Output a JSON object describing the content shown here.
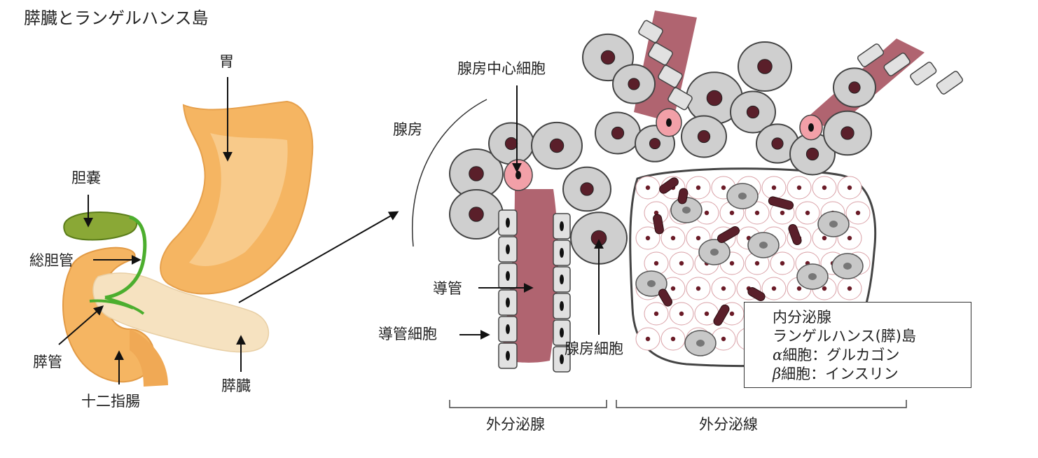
{
  "title": "膵臓とランゲルハンス島",
  "labels": {
    "stomach": "胃",
    "gallbladder": "胆嚢",
    "common_bile_duct": "総胆管",
    "pancreatic_duct": "膵管",
    "duodenum": "十二指腸",
    "pancreas": "膵臓",
    "centroacinar_cell": "腺房中心細胞",
    "acinus": "腺房",
    "duct": "導管",
    "duct_cell": "導管細胞",
    "acinar_cell": "腺房細胞",
    "exocrine_gland": "外分泌腺",
    "exocrine_line": "外分泌線"
  },
  "legend": {
    "line1": "内分泌腺",
    "line2": "ランゲルハンス(膵)島",
    "alpha_symbol": "α",
    "alpha_text": "細胞：グルカゴン",
    "beta_symbol": "β",
    "beta_text": "細胞：インスリン"
  },
  "colors": {
    "organ_orange": "#f5b562",
    "pancreas_beige": "#f6e2c0",
    "bile_green": "#4cae2e",
    "duct_lumen": "#b06470",
    "cell_gray": "#cfcfcf",
    "nucleus": "#5a1f2a",
    "centroacinar_pink": "#f2a0a8"
  }
}
